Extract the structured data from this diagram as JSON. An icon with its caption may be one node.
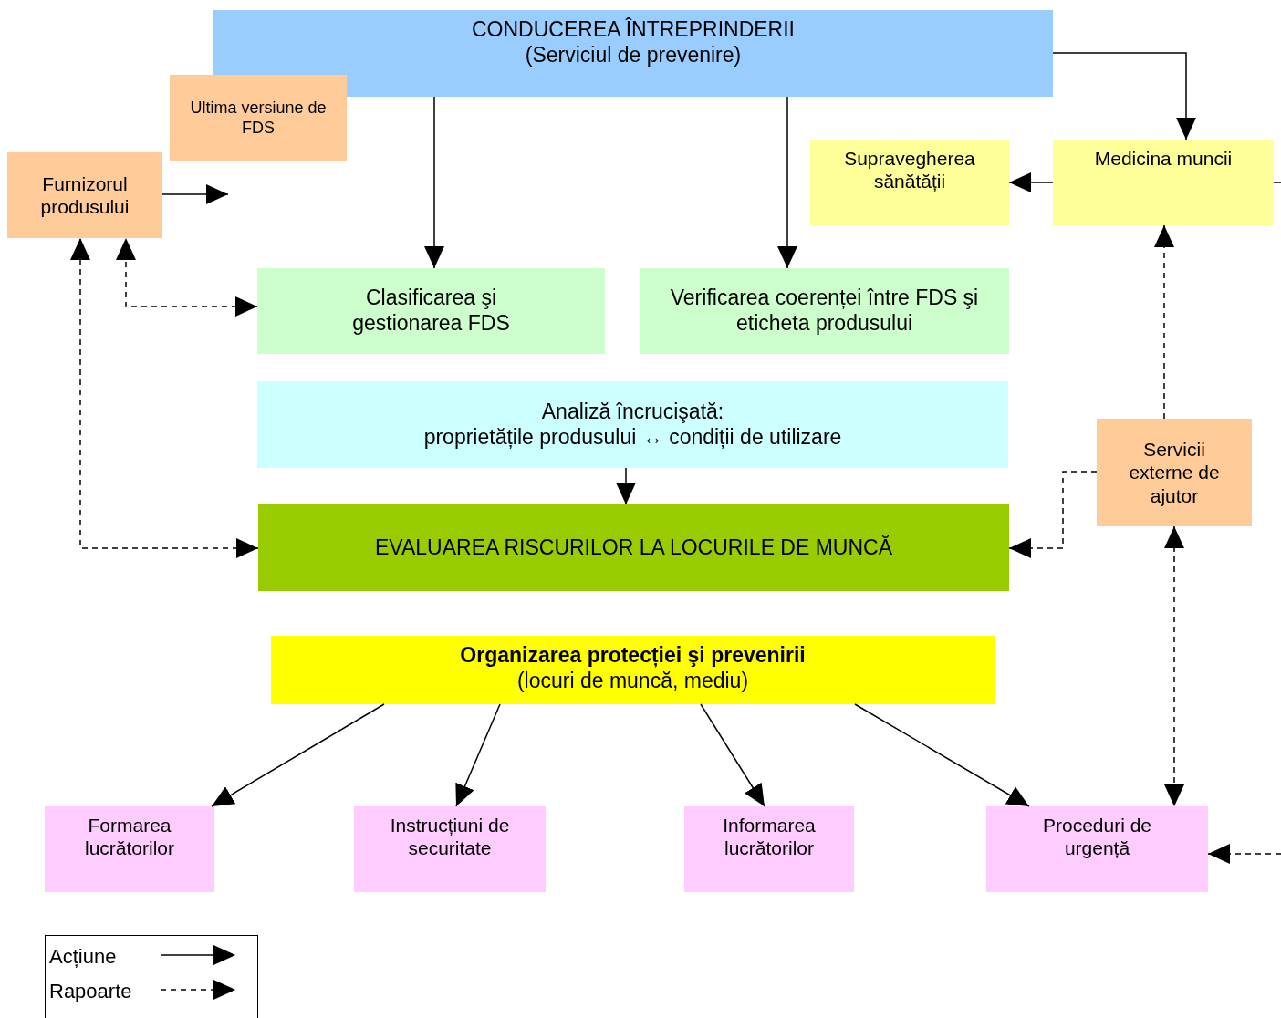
{
  "diagram": {
    "nodes": [
      {
        "text": [
          "CONDUCEREA ÎNTREPRINDERII",
          "(Serviciul de prevenire)"
        ]
      },
      {
        "text": [
          "Ultima versiune de FDS"
        ]
      },
      {
        "text": [
          "Furnizorul produsului"
        ]
      },
      {
        "text": [
          "Supravegherea sănătății"
        ]
      },
      {
        "text": [
          "Medicina muncii"
        ]
      },
      {
        "text": [
          "Clasificarea şi gestionarea FDS"
        ]
      },
      {
        "text": [
          "Verificarea coerenței între FDS şi eticheta produsului"
        ]
      },
      {
        "text": [
          "Analiză încrucişată:",
          "proprietățile produsului ↔ condiții de utilizare"
        ]
      },
      {
        "text": [
          "Servicii externe de ajutor"
        ]
      },
      {
        "text": [
          "EVALUAREA RISCURILOR LA LOCURILE DE MUNCĂ"
        ]
      },
      {
        "text": [
          "Organizarea protecției şi prevenirii",
          "(locuri de muncă, mediu)"
        ]
      },
      {
        "text": [
          "Formarea lucrătorilor"
        ]
      },
      {
        "text": [
          "Instrucțiuni de securitate"
        ]
      },
      {
        "text": [
          "Informarea lucrătorilor"
        ]
      },
      {
        "text": [
          "Proceduri de urgență"
        ]
      }
    ],
    "edges": [
      {
        "from": 0,
        "to": 5,
        "arrow": "to"
      },
      {
        "from": 0,
        "to": 6,
        "arrow": "to"
      },
      {
        "from": 0,
        "to": 4,
        "arrow": "to"
      },
      {
        "from": 4,
        "to": 3,
        "arrow": "to"
      },
      {
        "from": 4,
        "to": null,
        "arrow": "none"
      },
      {
        "from": 2,
        "to": null,
        "arrow": "to"
      },
      {
        "from": 5,
        "to": 2,
        "arrow": "both",
        "style": "dashed"
      },
      {
        "from": 9,
        "to": 2,
        "arrow": "both",
        "style": "dashed"
      },
      {
        "from": 8,
        "to": 4,
        "arrow": "to",
        "style": "dashed"
      },
      {
        "from": 8,
        "to": 9,
        "arrow": "to",
        "style": "dashed"
      },
      {
        "from": 8,
        "to": 14,
        "arrow": "both",
        "style": "dashed"
      },
      {
        "from": null,
        "to": 14,
        "arrow": "to",
        "style": "dashed"
      },
      {
        "from": 7,
        "to": 9,
        "arrow": "to"
      },
      {
        "from": 10,
        "to": 11,
        "arrow": "to"
      },
      {
        "from": 10,
        "to": 12,
        "arrow": "to"
      },
      {
        "from": 10,
        "to": 13,
        "arrow": "to"
      },
      {
        "from": 10,
        "to": 14,
        "arrow": "to"
      }
    ],
    "legend": [
      {
        "text": "Acțiune"
      },
      {
        "text": "Rapoarte"
      }
    ]
  }
}
